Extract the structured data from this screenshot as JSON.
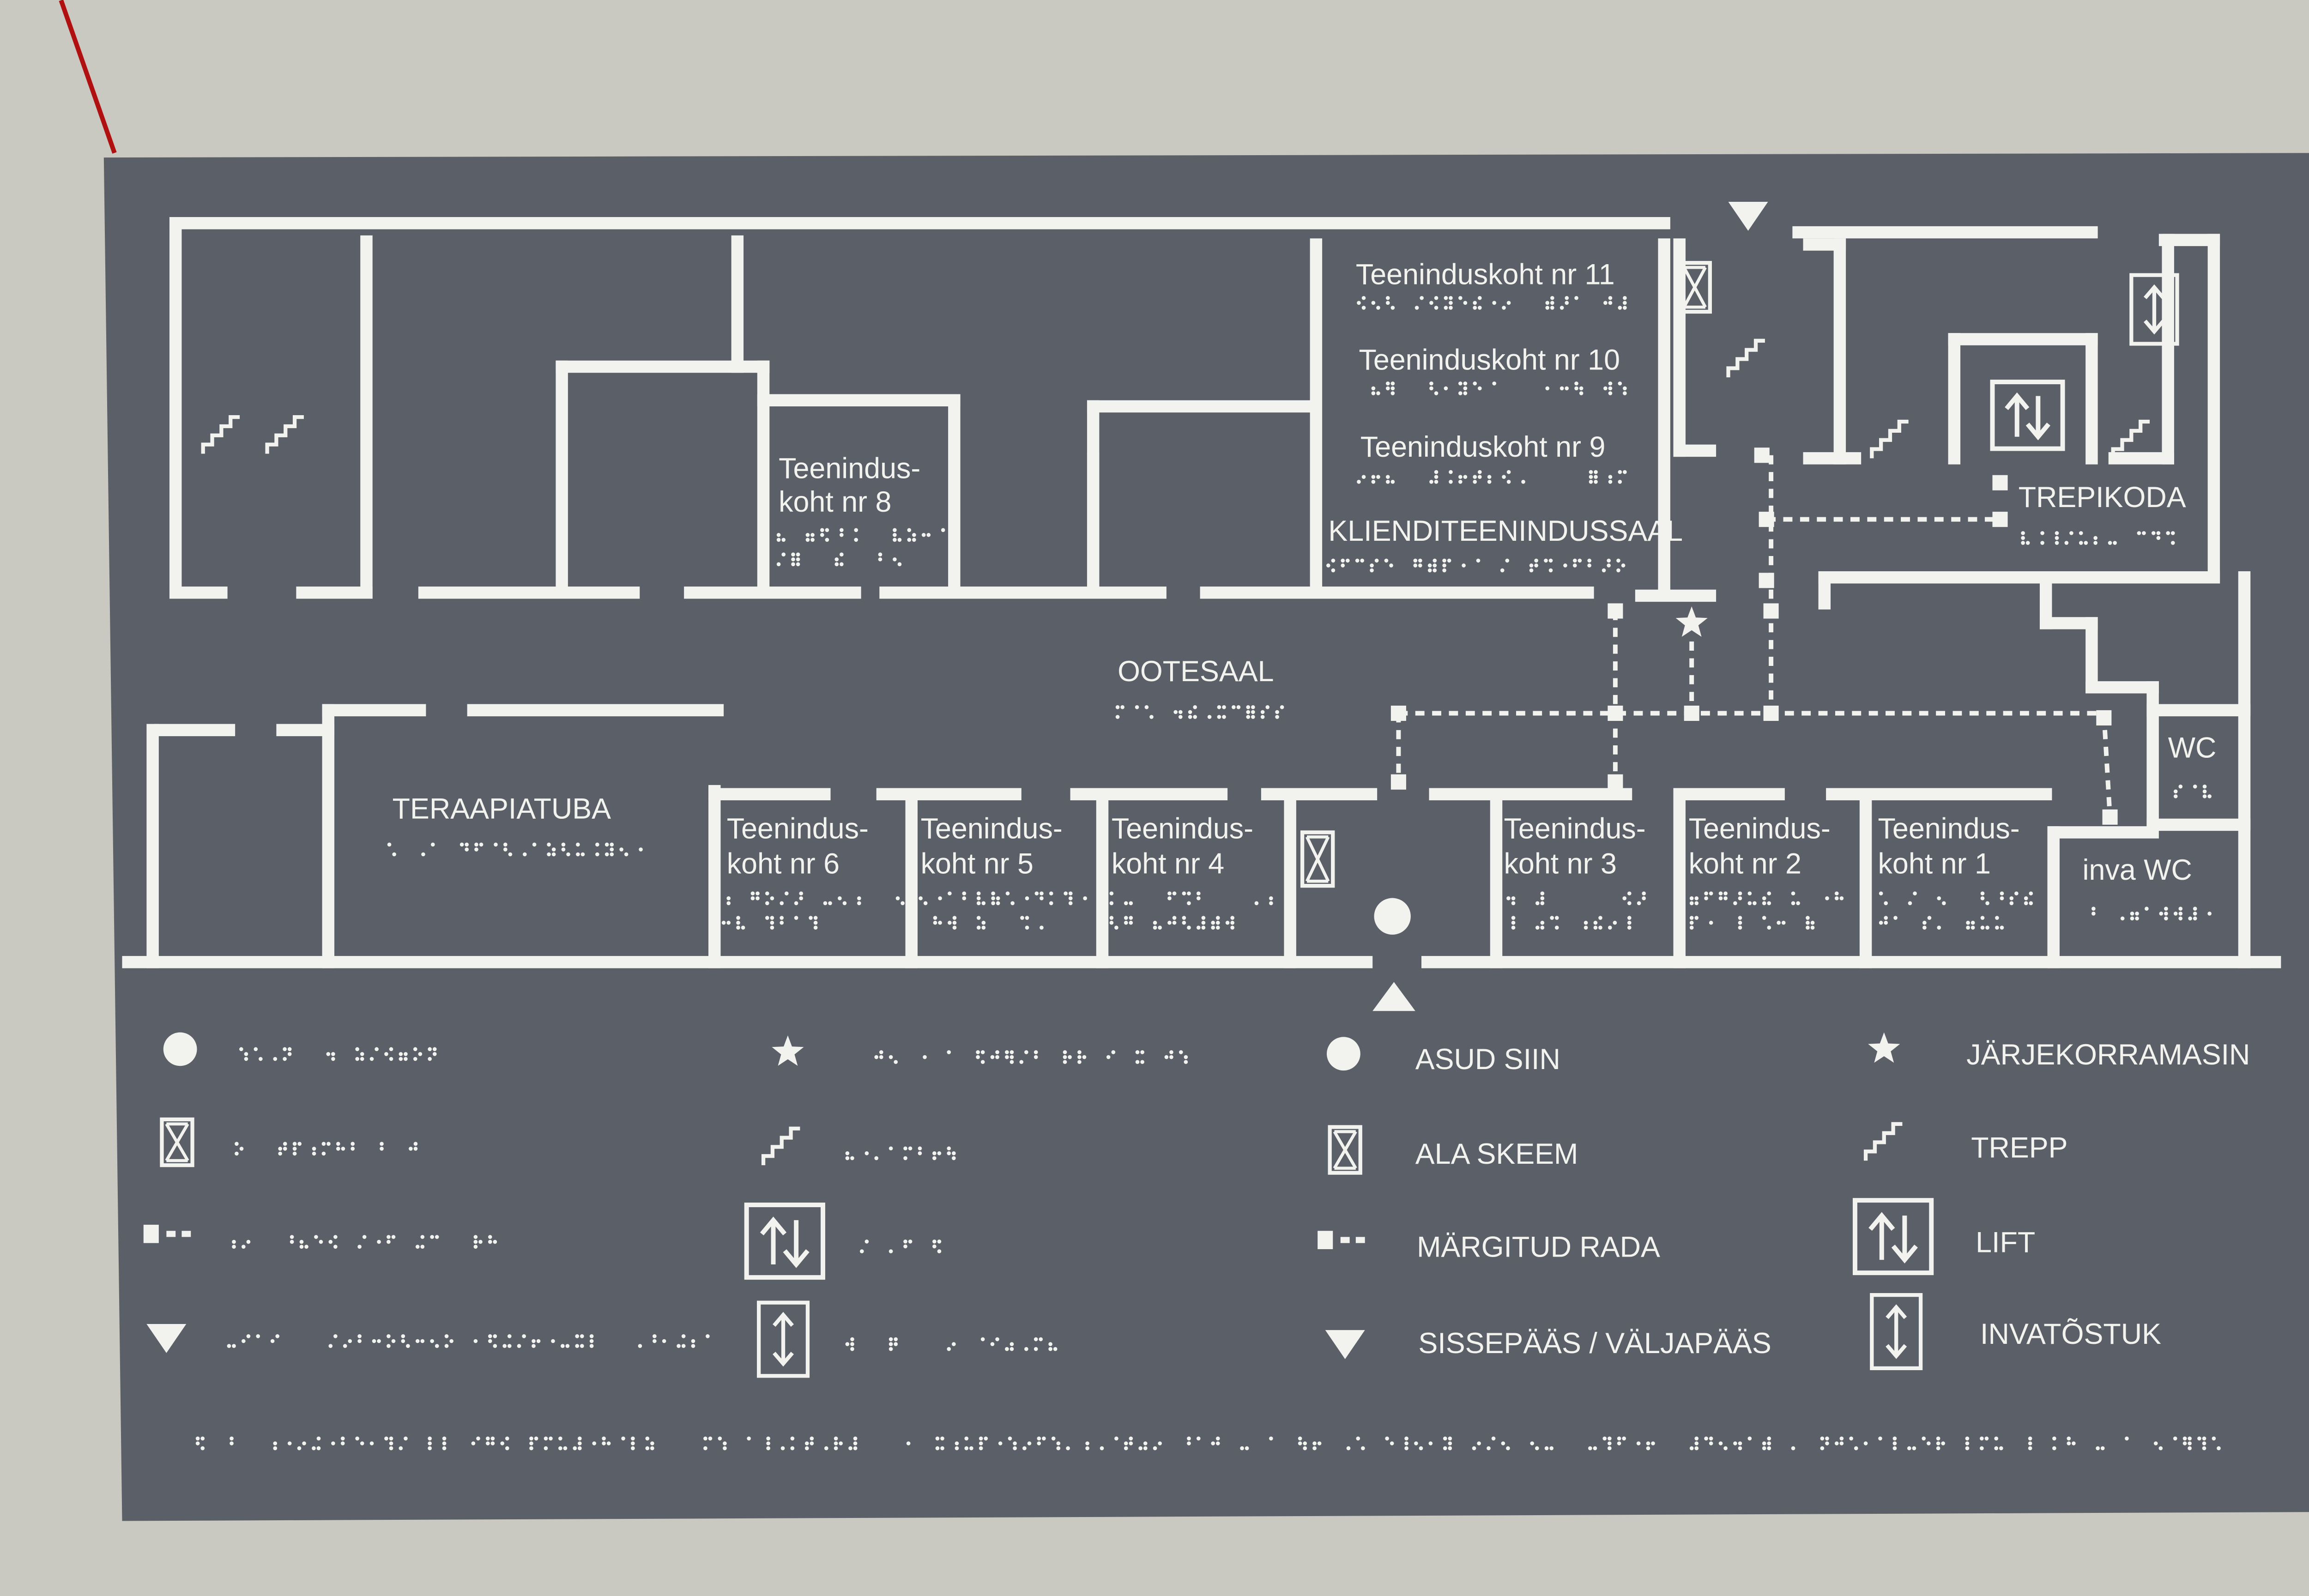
{
  "colors": {
    "wall": "#c9c8c1",
    "sign": "#5b6068",
    "line": "#f2f2ee",
    "cord": "#b01010"
  },
  "rooms": {
    "r11": "Teeninduskoht nr 11",
    "r10": "Teeninduskoht nr 10",
    "r9": "Teeninduskoht nr 9",
    "kliendi": "KLIENDITEENINDUSSAAL",
    "r8a": "Teenindus-",
    "r8b": "koht nr 8",
    "ootesaal": "OOTESAAL",
    "teraapia": "TERAAPIATUBA",
    "r6a": "Teenindus-",
    "r6b": "koht nr 6",
    "r5a": "Teenindus-",
    "r5b": "koht nr 5",
    "r4a": "Teenindus-",
    "r4b": "koht nr 4",
    "r3a": "Teenindus-",
    "r3b": "koht nr 3",
    "r2a": "Teenindus-",
    "r2b": "koht nr 2",
    "r1a": "Teenindus-",
    "r1b": "koht nr 1",
    "trepikoda": "TREPIKODA",
    "wc": "WC",
    "invawc": "inva WC"
  },
  "legend": [
    {
      "icon": "circle-icon",
      "label": "ASUD SIIN"
    },
    {
      "icon": "no-map-icon",
      "label": "ALA SKEEM"
    },
    {
      "icon": "marked-path-icon",
      "label": "MÄRGITUD RADA"
    },
    {
      "icon": "triangle-icon",
      "label": "SISSEPÄÄS / VÄLJAPÄÄS"
    },
    {
      "icon": "star-icon",
      "label": "JÄRJEKORRAMASIN"
    },
    {
      "icon": "stairs-icon",
      "label": "TREPP"
    },
    {
      "icon": "lift-icon",
      "label": "LIFT"
    },
    {
      "icon": "platform-lift-icon",
      "label": "INVATÕSTUK"
    }
  ]
}
